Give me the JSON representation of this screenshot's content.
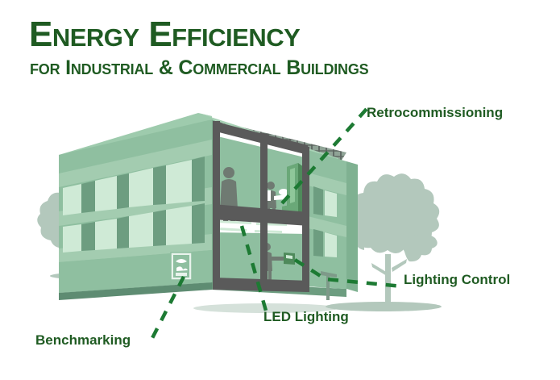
{
  "header": {
    "title": "Energy Efficiency",
    "subtitle": "for Industrial & Commercial Buildings"
  },
  "callouts": [
    {
      "id": "retrocommissioning",
      "label": "Retrocommissioning"
    },
    {
      "id": "lighting-control",
      "label": "Lighting Control"
    },
    {
      "id": "led-lighting",
      "label": "LED Lighting"
    },
    {
      "id": "benchmarking",
      "label": "Benchmarking"
    }
  ],
  "illustration": {
    "alt": "Cutaway isometric illustration of a two-story commercial building with rooftop solar panels, interior occupants, LED ceiling lighting, mechanical equipment and an energy rating plaque, surrounded by background trees",
    "elements": [
      "solar-panel-array",
      "building-facade",
      "window-band-upper",
      "window-band-lower",
      "cutaway-structural-frame",
      "floor-slab",
      "occupant-figure",
      "desk-worker-figure",
      "mechanical-equipment",
      "led-ceiling-fixture",
      "lighting-control-panel",
      "energy-rating-plaque",
      "background-tree",
      "ground-shadow"
    ]
  },
  "colors": {
    "title_green": "#1f5b22",
    "callout_green": "#1f5b22",
    "dash_line_green": "#1d7a33",
    "facade_light": "#cfead6",
    "facade_mid": "#8fbfa0",
    "facade_mid_dark": "#7fb191",
    "facade_shadow": "#6d9d80",
    "facade_base": "#5e8c72",
    "roof_top": "#9ecbad",
    "frame_grey": "#5a5a5a",
    "panel_grey": "#585f5b",
    "tree_grey_green": "#b3c8bc",
    "interior_wall": "#8fbfa0",
    "interior_floor_light": "#ffffff",
    "figure_grey": "#6f7a72",
    "background": "#ffffff"
  }
}
